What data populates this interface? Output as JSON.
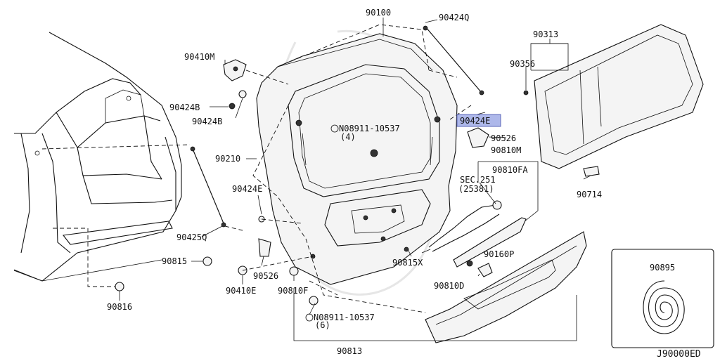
{
  "diagram": {
    "code": "J90000ED",
    "parts": [
      {
        "id": "p90100",
        "label": "90100"
      },
      {
        "id": "p90424Q",
        "label": "90424Q"
      },
      {
        "id": "p90313",
        "label": "90313"
      },
      {
        "id": "p90356",
        "label": "90356"
      },
      {
        "id": "p90410M",
        "label": "90410M"
      },
      {
        "id": "p90424B_1",
        "label": "90424B"
      },
      {
        "id": "p90424B_2",
        "label": "90424B"
      },
      {
        "id": "p90424E_sel",
        "label": "90424E"
      },
      {
        "id": "p08911_top",
        "label": "N08911-10537"
      },
      {
        "id": "p08911_top_qty",
        "label": "(4)"
      },
      {
        "id": "p90526_r",
        "label": "90526"
      },
      {
        "id": "p90810M",
        "label": "90810M"
      },
      {
        "id": "p90210",
        "label": "90210"
      },
      {
        "id": "p90810FA",
        "label": "90810FA"
      },
      {
        "id": "pSEC251",
        "label": "SEC.251"
      },
      {
        "id": "p25381",
        "label": "(25381)"
      },
      {
        "id": "p90714",
        "label": "90714"
      },
      {
        "id": "p90424E",
        "label": "90424E"
      },
      {
        "id": "p90425Q",
        "label": "90425Q"
      },
      {
        "id": "p90815",
        "label": "90815"
      },
      {
        "id": "p90526_l",
        "label": "90526"
      },
      {
        "id": "p90815X",
        "label": "90815X"
      },
      {
        "id": "p90160P",
        "label": "90160P"
      },
      {
        "id": "p90410E",
        "label": "90410E"
      },
      {
        "id": "p90810F",
        "label": "90810F"
      },
      {
        "id": "p90810D",
        "label": "90810D"
      },
      {
        "id": "p90816",
        "label": "90816"
      },
      {
        "id": "p08911_bot",
        "label": "N08911-10537"
      },
      {
        "id": "p08911_bot_qty",
        "label": "(6)"
      },
      {
        "id": "p90813",
        "label": "90813"
      },
      {
        "id": "p90895",
        "label": "90895"
      }
    ]
  }
}
